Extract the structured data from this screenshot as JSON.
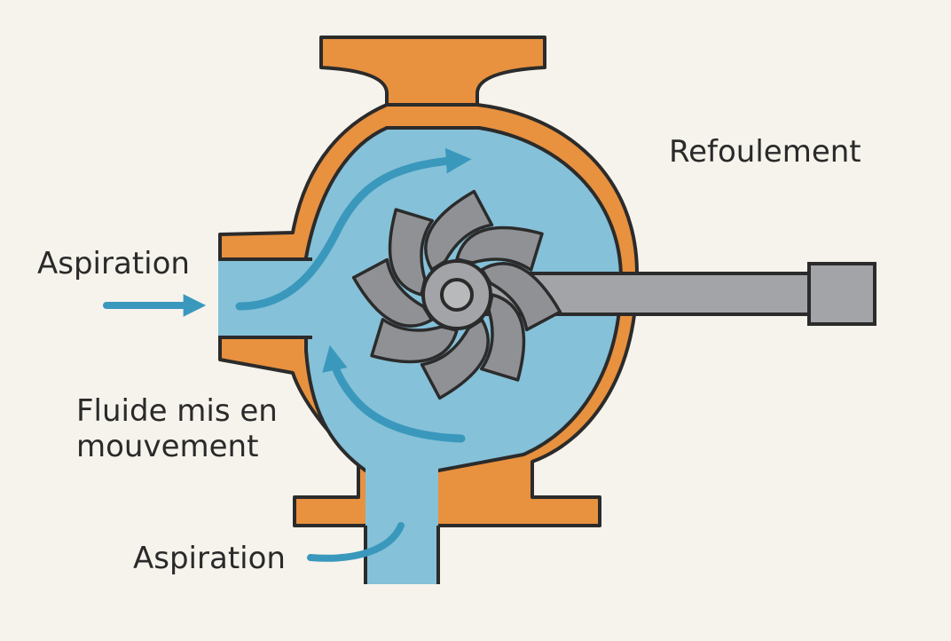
{
  "labels": {
    "discharge": "Refoulement",
    "suction_left": "Aspiration",
    "fluid_motion_line1": "Fluide mis en",
    "fluid_motion_line2": "mouvement",
    "suction_bottom": "Aspiration"
  },
  "colors": {
    "background": "#f6f3ec",
    "casing": "#e8913f",
    "fluid": "#85c1d8",
    "arrow": "#3a98bd",
    "impeller": "#8f9195",
    "shaft": "#a3a4a7",
    "outline": "#2b2b2b"
  },
  "impeller": {
    "blade_count": 8
  }
}
